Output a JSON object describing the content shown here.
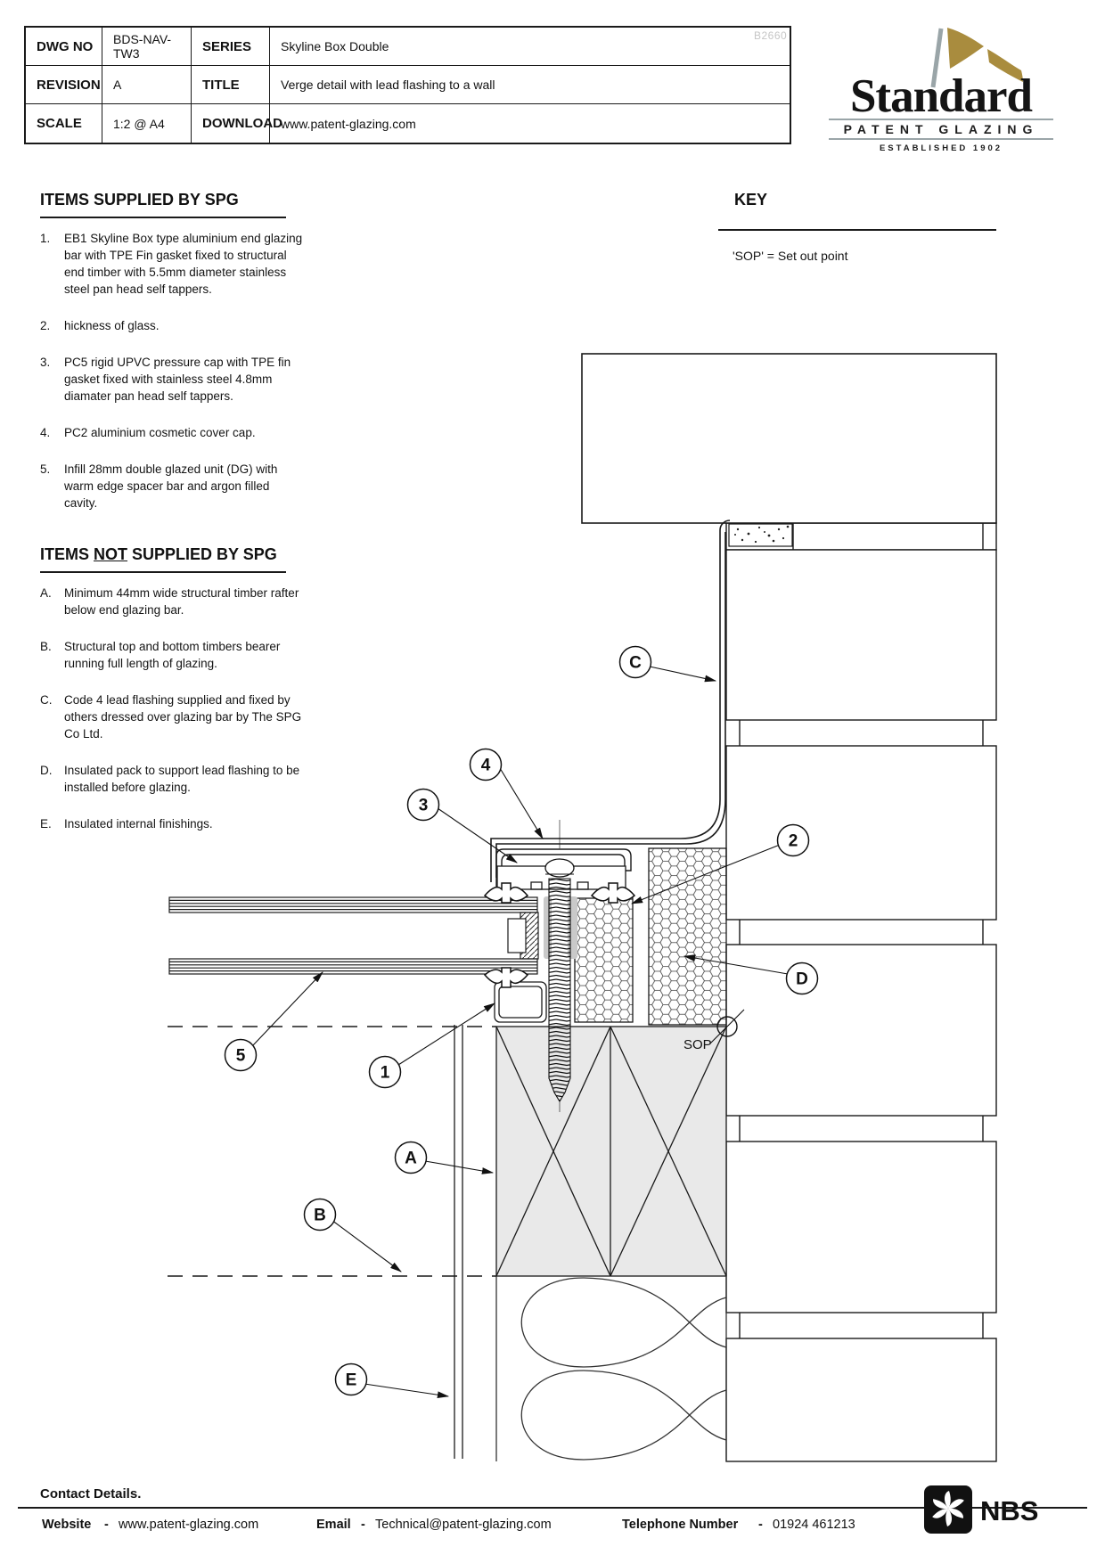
{
  "title_block": {
    "rows": [
      {
        "label1": "DWG NO",
        "value1": "BDS-NAV-TW3",
        "label2": "SERIES",
        "value2": "Skyline Box Double"
      },
      {
        "label1": "REVISION",
        "value1": "A",
        "label2": "TITLE",
        "value2": "Verge detail with lead flashing to a wall"
      },
      {
        "label1": "SCALE",
        "value1": "1:2 @ A4",
        "label2": "DOWNLOAD",
        "value2": "www.patent-glazing.com"
      }
    ],
    "watermark": "B2660"
  },
  "logo": {
    "name": "Standard",
    "subtitle": "PATENT GLAZING",
    "established": "ESTABLISHED 1902"
  },
  "colors": {
    "flag_gold": "#a98c3e",
    "logo_grey": "#9aa5a8",
    "rafter_fill": "#e9e9e9",
    "watermark_grey": "#c6c6c6"
  },
  "supplied": {
    "heading": "ITEMS SUPPLIED BY SPG",
    "items": [
      {
        "num": "1.",
        "text": "EB1 Skyline Box type aluminium end glazing bar with TPE Fin gasket fixed to structural end timber with 5.5mm diameter stainless steel pan head self tappers."
      },
      {
        "num": "2.",
        "text": "hickness of glass."
      },
      {
        "num": "3.",
        "text": "PC5 rigid UPVC pressure cap with TPE fin gasket fixed with stainless steel 4.8mm diamater pan head self tappers."
      },
      {
        "num": "4.",
        "text": "PC2 aluminium cosmetic cover cap."
      },
      {
        "num": "5.",
        "text": "Infill 28mm double glazed unit (DG) with warm edge spacer bar and argon filled cavity."
      }
    ]
  },
  "not_supplied": {
    "heading_pre": "ITEMS ",
    "heading_not": "NOT",
    "heading_post": " SUPPLIED BY SPG",
    "items": [
      {
        "num": "A.",
        "text": "Minimum 44mm wide structural timber rafter below end glazing bar."
      },
      {
        "num": "B.",
        "text": "Structural top and bottom timbers bearer running full length of glazing."
      },
      {
        "num": "C.",
        "text": "Code 4 lead flashing supplied and fixed by others dressed over glazing bar by The SPG Co Ltd."
      },
      {
        "num": "D.",
        "text": "Insulated pack to support lead flashing to be installed before glazing."
      },
      {
        "num": "E.",
        "text": "Insulated internal finishings."
      }
    ]
  },
  "key": {
    "heading": "KEY",
    "entry": "'SOP' = Set out point"
  },
  "drawing": {
    "sop": "SOP",
    "callouts": {
      "n1": "1",
      "n2": "2",
      "n3": "3",
      "n4": "4",
      "n5": "5",
      "a": "A",
      "b": "B",
      "c": "C",
      "d": "D",
      "e": "E"
    }
  },
  "contact": {
    "heading": "Contact Details.",
    "website_label": "Website",
    "sep": "-",
    "website": "www.patent-glazing.com",
    "email_label": "Email",
    "email": "Technical@patent-glazing.com",
    "phone_label": "Telephone Number",
    "phone": "01924 461213"
  },
  "nbs": {
    "label": "NBS"
  }
}
